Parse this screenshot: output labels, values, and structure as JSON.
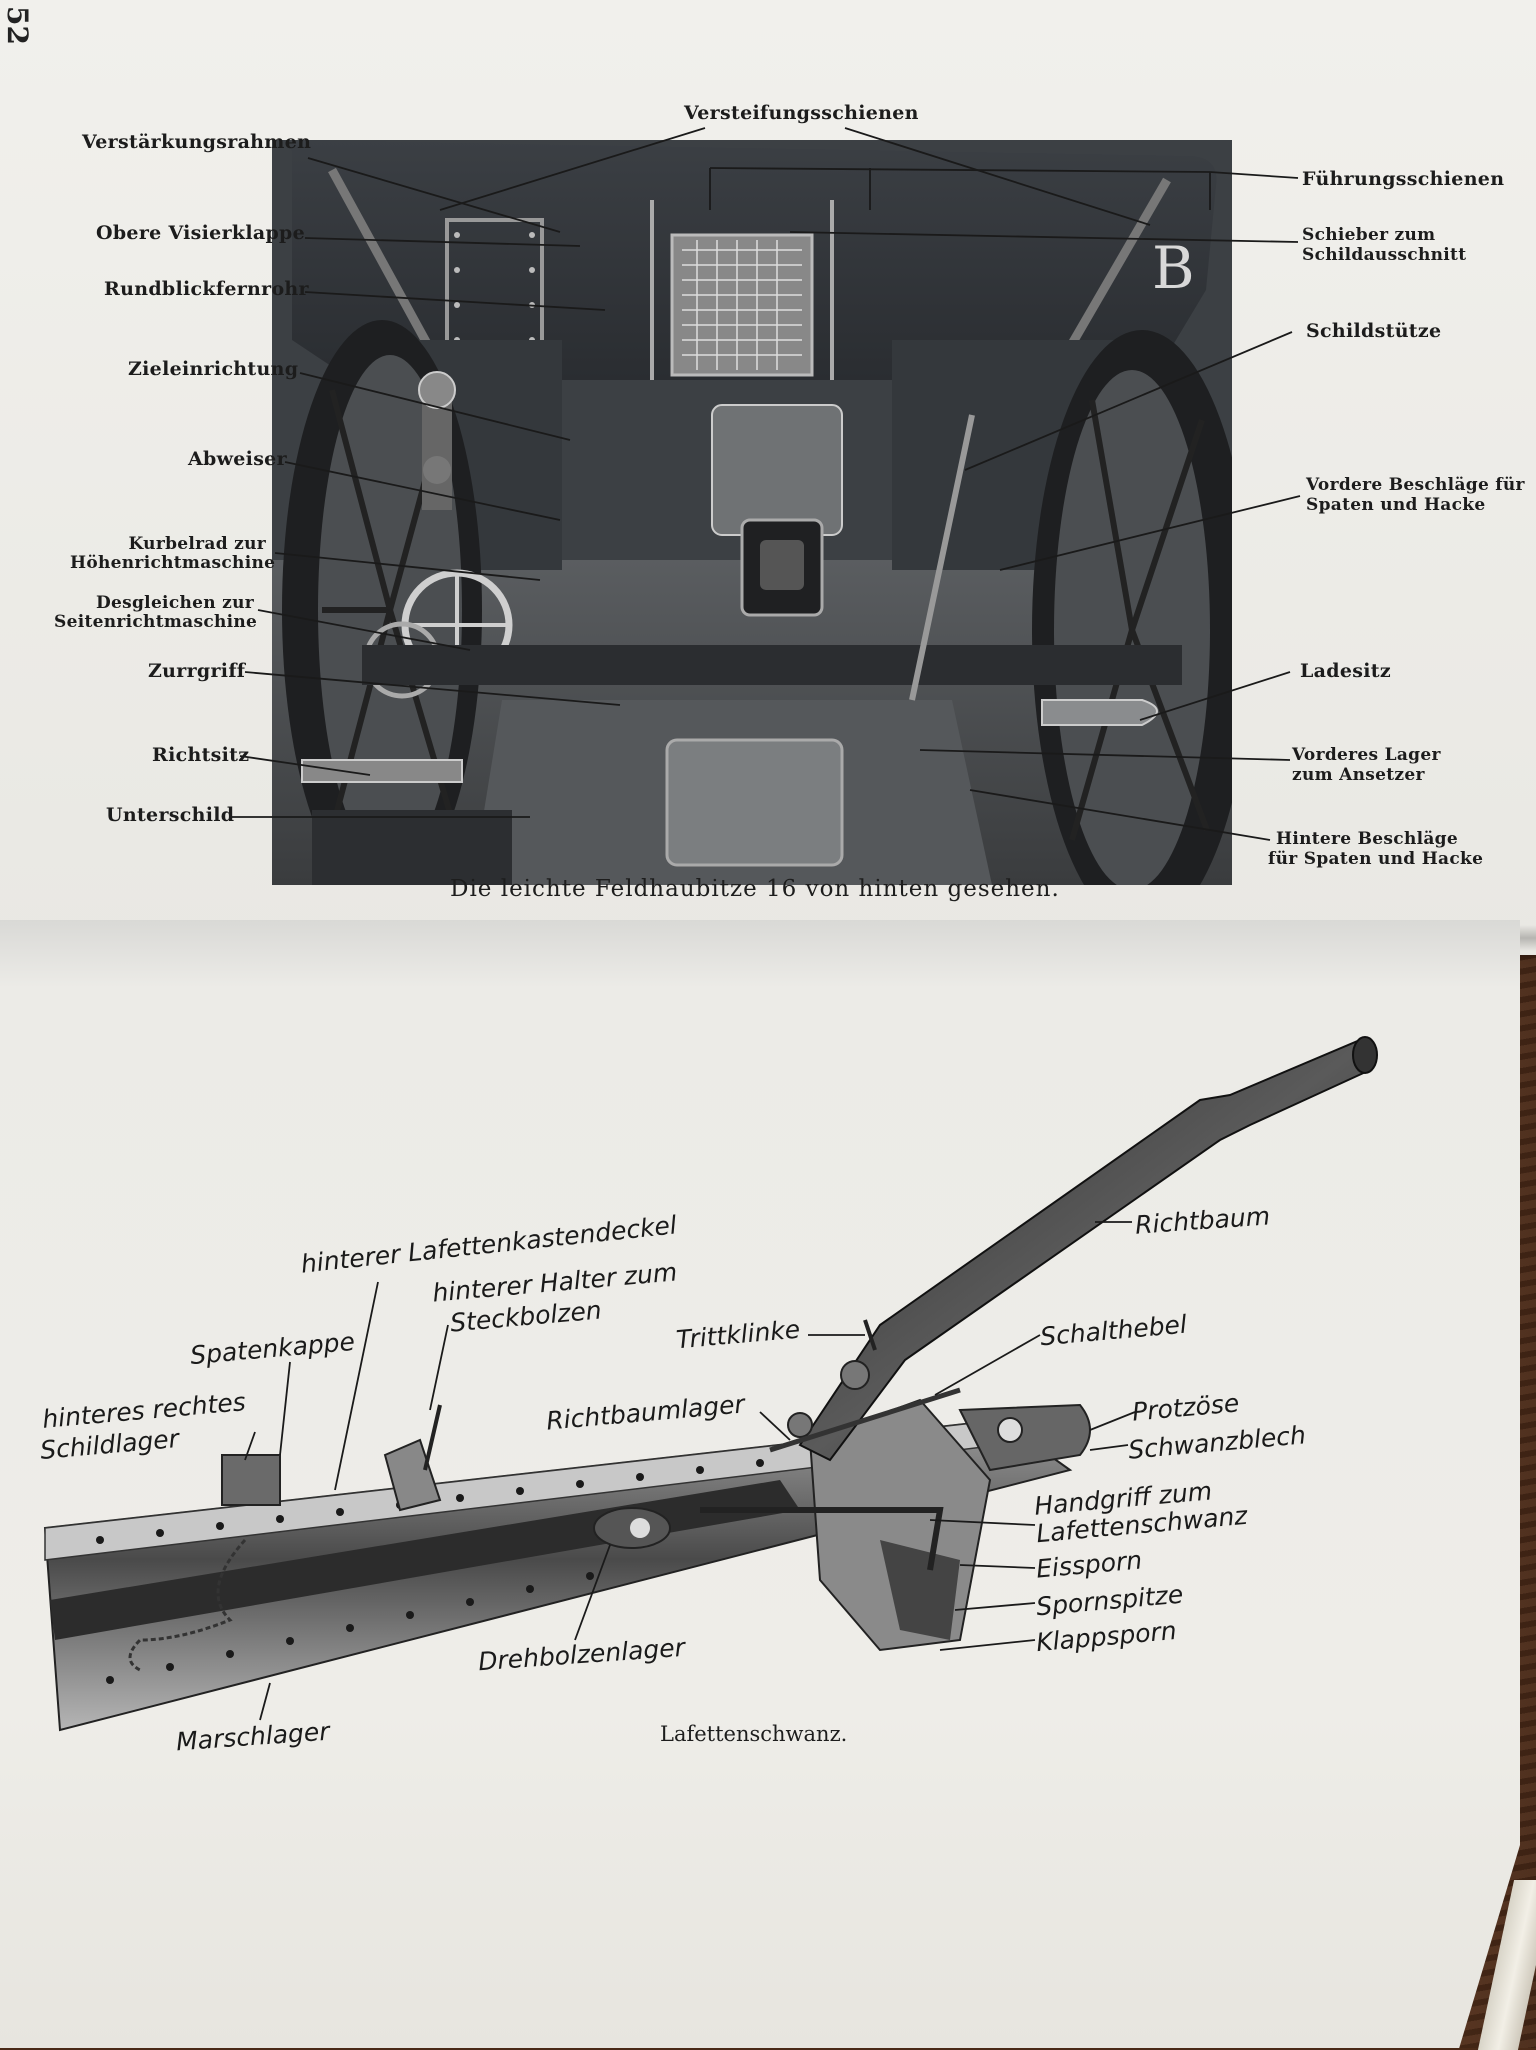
{
  "top_page": {
    "page_number": "52",
    "caption": "Die leichte Feldhaubitze 16 von hinten gesehen.",
    "shield_letter": "B",
    "labels": {
      "versteifungsschienen": "Versteifungsschienen",
      "verstaerkungsrahmen": "Verstärkungsrahmen",
      "obere_visierklappe": "Obere Visierklappe",
      "rundblickfernrohr": "Rundblickfernrohr",
      "zieleinrichtung": "Zieleinrichtung",
      "abweiser": "Abweiser",
      "kurbelrad_1": "Kurbelrad zur",
      "kurbelrad_2": "Höhenrichtmaschine",
      "desgleichen_1": "Desgleichen zur",
      "desgleichen_2": "Seitenrichtmaschine",
      "zurrgriff": "Zurrgriff",
      "richtsitz": "Richtsitz",
      "unterschild": "Unterschild",
      "fuehrungsschienen": "Führungsschienen",
      "schieber_1": "Schieber zum",
      "schieber_2": "Schildausschnitt",
      "schildstuetze": "Schildstütze",
      "vordere_beschlaege_1": "Vordere Beschläge für",
      "vordere_beschlaege_2": "Spaten und Hacke",
      "ladesitz": "Ladesitz",
      "vorderes_lager_1": "Vorderes Lager",
      "vorderes_lager_2": "zum Ansetzer",
      "hintere_beschlaege_1": "Hintere Beschläge",
      "hintere_beschlaege_2": "für Spaten und Hacke"
    }
  },
  "bottom_page": {
    "caption": "Lafettenschwanz.",
    "labels": {
      "hinterer_lafettenkastendeckel": "hinterer Lafettenkastendeckel",
      "hinterer_halter_1": "hinterer Halter zum",
      "hinterer_halter_2": "Steckbolzen",
      "spatenkappe": "Spatenkappe",
      "hinteres_rechtes_1": "hinteres rechtes",
      "hinteres_rechtes_2": "Schildlager",
      "trittklinke": "Trittklinke",
      "richtbaum": "Richtbaum",
      "schalthebel": "Schalthebel",
      "richtbaumlager": "Richtbaumlager",
      "protzoese": "Protzöse",
      "schwanzblech": "Schwanzblech",
      "handgriff_1": "Handgriff zum",
      "handgriff_2": "Lafettenschwanz",
      "eissporn": "Eissporn",
      "spornspitze": "Spornspitze",
      "klappsporn": "Klappsporn",
      "drehbolzenlager": "Drehbolzenlager",
      "marschlager": "Marschlager"
    }
  },
  "colors": {
    "paper": "#ecebe5",
    "ink": "#1c1c1c",
    "photo_dark": "#2e3236",
    "wood": "#4a2a18"
  }
}
